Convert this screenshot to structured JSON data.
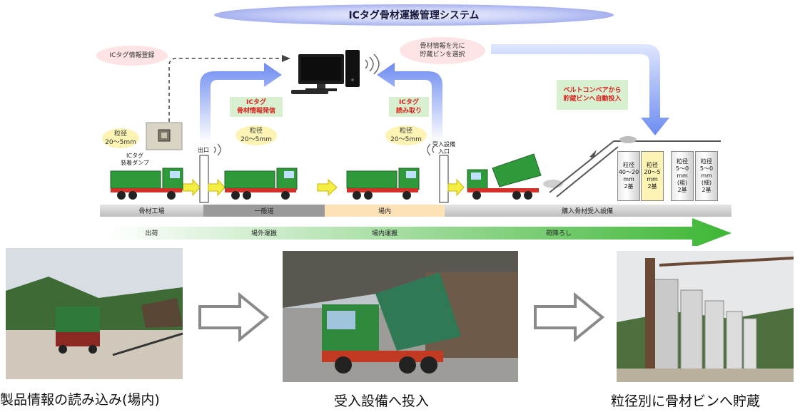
{
  "title": "ICタグ骨材運搬管理システム",
  "clouds": {
    "register": "ICタグ情報登録",
    "select": "骨材情報を元に\n貯蔵ビンを選択"
  },
  "green_labels": {
    "send": "ICタグ\n骨材情報発信",
    "read": "ICタグ\n読み取り",
    "conveyor": "ベルトコンベアから\n貯蔵ビンへ自動投入"
  },
  "grain_ovals": [
    "粒径\n20〜5mm",
    "粒径\n20〜5mm",
    "粒径\n20〜5mm"
  ],
  "ic_dump_label": "ICタグ\n装着ダンプ",
  "gate_exit": "出口",
  "gate_entry": "受入設備\n入口",
  "silos": [
    "粒径\n40〜20\nmm\n2基",
    "粒径\n20〜5\nmm\n2基",
    "粒径\n5〜0\nmm\n(粗)\n2基",
    "粒径\n5〜0\nmm\n(細)\n2基"
  ],
  "road_segments": [
    "骨材工場",
    "一般道",
    "場内",
    "購入骨材受入設備"
  ],
  "process_steps": [
    "出荷",
    "場外運搬",
    "場内運搬",
    "荷降ろし"
  ],
  "captions": [
    "製品情報の読み込み(場内)",
    "受入設備へ投入",
    "粒径別に骨材ビンへ貯蔵"
  ],
  "colors": {
    "truck_green": "#2f9a3a",
    "truck_red": "#d3302a",
    "arrow_blue": "#6d8cf0",
    "process_green": "#4fbf3a",
    "inside_orange": "#fde2b8"
  }
}
